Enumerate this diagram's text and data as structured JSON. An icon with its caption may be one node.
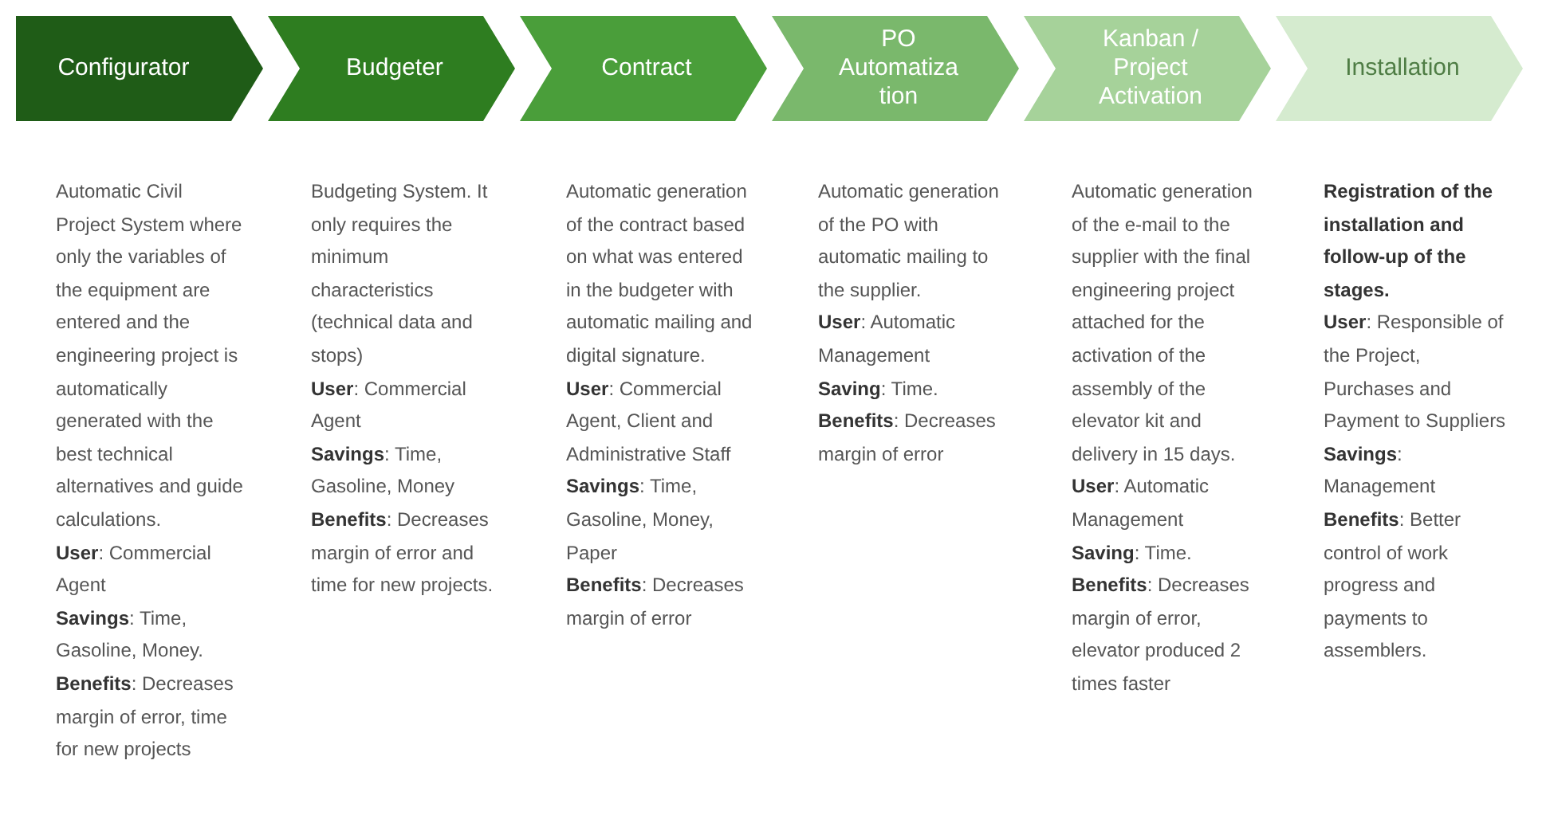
{
  "diagram": {
    "nodes": [
      {
        "text": [
          "Configurator"
        ],
        "beside": [
          "Automatic Civil Project System where only the variables of the equipment are entered and the engineering project is automatically generated with the best technical alternatives and guide calculations.",
          "**User**: Commercial Agent",
          "**Savings**: Time, Gasoline, Money.",
          "**Benefits**: Decreases margin of error, time for new projects"
        ]
      },
      {
        "text": [
          "Budgeter"
        ],
        "beside": [
          "Budgeting System. It only requires the minimum characteristics (technical data and stops)",
          "**User**: Commercial Agent",
          "**Savings**: Time, Gasoline, Money",
          "**Benefits**: Decreases margin of error and time for new projects."
        ]
      },
      {
        "text": [
          "Contract"
        ],
        "beside": [
          "Automatic generation of the contract based on what was entered in the budgeter with automatic mailing and digital signature.",
          "**User**: Commercial Agent, Client and Administrative Staff",
          "**Savings**: Time, Gasoline, Money, Paper",
          "**Benefits**: Decreases margin of error"
        ]
      },
      {
        "text": [
          "PO Automatiza tion"
        ],
        "beside": [
          "Automatic generation of the PO with automatic mailing to the supplier.",
          "**User**: Automatic Management",
          "**Saving**: Time.",
          "**Benefits**: Decreases margin of error"
        ]
      },
      {
        "text": [
          "Kanban / Project Activation"
        ],
        "beside": [
          "Automatic generation of the e-mail to the supplier with the final engineering project attached for the activation of the assembly of the elevator kit and delivery in 15 days.",
          "**User**: Automatic Management",
          "**Saving**: Time.",
          "**Benefits**: Decreases margin of error, elevator produced 2 times faster"
        ]
      },
      {
        "text": [
          "Installation"
        ],
        "beside": [
          "**Registration of the installation and follow-up of the stages.**",
          "**User**: Responsible of the Project, Purchases and Payment to Suppliers",
          "**Savings**: Management",
          "**Benefits**: Better control of work progress and payments to assemblers."
        ]
      }
    ],
    "edges": []
  }
}
